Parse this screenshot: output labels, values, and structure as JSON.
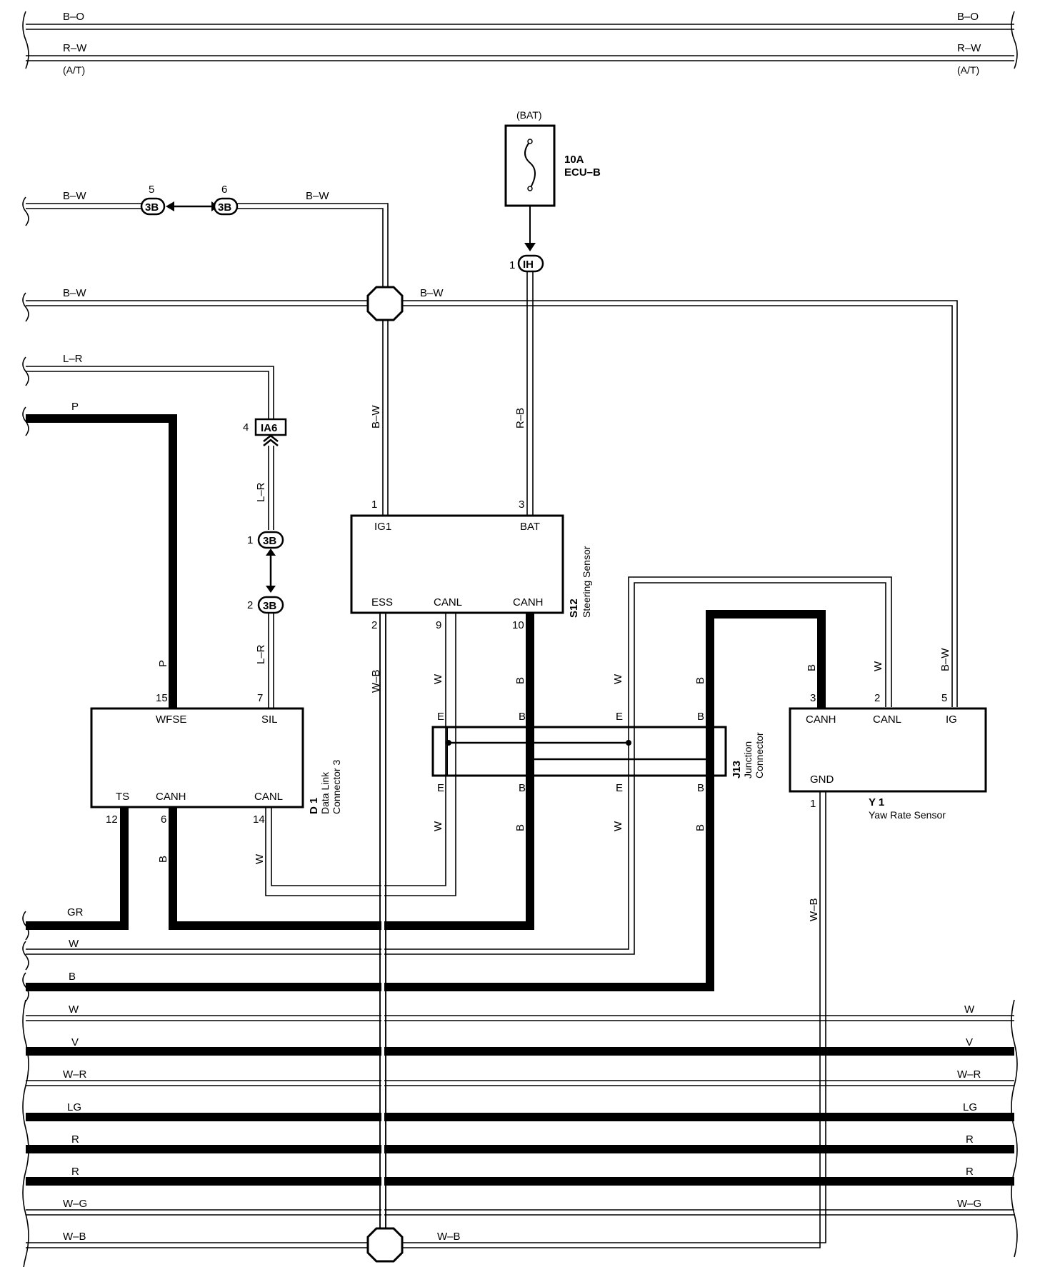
{
  "bus_top": {
    "bo_label": "B–O",
    "rw_label": "R–W",
    "at_label": "(A/T)"
  },
  "fuse": {
    "source": "(BAT)",
    "rating": "10A",
    "name": "ECU–B"
  },
  "connectors": {
    "j3b_5": {
      "pin": "5",
      "id": "3B"
    },
    "j3b_6": {
      "pin": "6",
      "id": "3B"
    },
    "j3b_1": {
      "pin": "1",
      "id": "3B"
    },
    "j3b_2": {
      "pin": "2",
      "id": "3B"
    },
    "ih_1": {
      "pin": "1",
      "id": "IH"
    },
    "ia6_4": {
      "pin": "4",
      "id": "IA6"
    }
  },
  "wires": {
    "bw": "B–W",
    "rb": "R–B",
    "lr": "L–R",
    "p": "P",
    "w": "W",
    "b": "B",
    "wb": "W–B",
    "gr": "GR",
    "v": "V",
    "wr": "W–R",
    "lg": "LG",
    "r": "R",
    "wg": "W–G"
  },
  "steering_sensor": {
    "code": "S12",
    "name": "Steering Sensor",
    "ig1": "IG1",
    "bat": "BAT",
    "ess": "ESS",
    "canl": "CANL",
    "canh": "CANH",
    "pin_ig1": "1",
    "pin_bat": "3",
    "pin_ess": "2",
    "pin_canl": "9",
    "pin_canh": "10"
  },
  "dlc": {
    "code": "D 1",
    "name1": "Data Link",
    "name2": "Connector 3",
    "wfse": "WFSE",
    "sil": "SIL",
    "ts": "TS",
    "canh": "CANH",
    "canl": "CANL",
    "pin_wfse": "15",
    "pin_sil": "7",
    "pin_ts": "12",
    "pin_canh": "6",
    "pin_canl": "14"
  },
  "junction": {
    "code": "J13",
    "name1": "Junction",
    "name2": "Connector",
    "e": "E",
    "b": "B"
  },
  "yaw_sensor": {
    "code": "Y 1",
    "name": "Yaw Rate Sensor",
    "canh": "CANH",
    "canl": "CANL",
    "ig": "IG",
    "gnd": "GND",
    "pin_canh": "3",
    "pin_canl": "2",
    "pin_ig": "5",
    "pin_gnd": "1"
  }
}
